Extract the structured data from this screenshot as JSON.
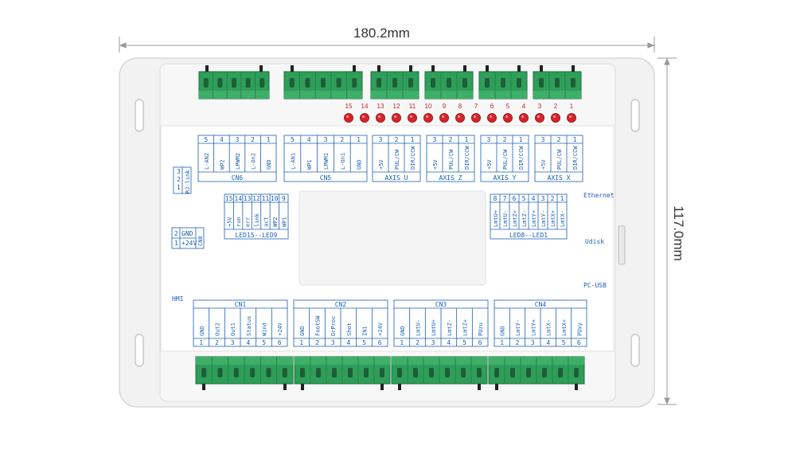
{
  "dimensions": {
    "width_label": "180.2mm",
    "height_label": "117.0mm"
  },
  "leds": {
    "numbers": [
      "15",
      "14",
      "13",
      "12",
      "11",
      "10",
      "9",
      "8",
      "7",
      "6",
      "5",
      "4",
      "3",
      "2",
      "1"
    ]
  },
  "blocks": {
    "cn6": {
      "title": "CN6",
      "pins": [
        "5",
        "4",
        "3",
        "2",
        "1"
      ],
      "signals": [
        "L-AN2",
        "WP2",
        "LPWM2",
        "L-On2",
        "GND"
      ]
    },
    "cn5": {
      "title": "CN5",
      "pins": [
        "5",
        "4",
        "3",
        "2",
        "1"
      ],
      "signals": [
        "L-AN1",
        "WP1",
        "LPWM1",
        "L-On1",
        "GND"
      ]
    },
    "axis_u": {
      "title": "AXIS U",
      "pins": [
        "3",
        "2",
        "1"
      ],
      "signals": [
        "+5V",
        "PUL/CW",
        "DIR/CCW"
      ]
    },
    "axis_z": {
      "title": "AXIS Z",
      "pins": [
        "3",
        "2",
        "1"
      ],
      "signals": [
        "+5V",
        "PUL/CW",
        "DIR/CCW"
      ]
    },
    "axis_y": {
      "title": "AXIS Y",
      "pins": [
        "3",
        "2",
        "1"
      ],
      "signals": [
        "+5V",
        "PUL/CW",
        "DIR/CCW"
      ]
    },
    "axis_x": {
      "title": "AXIS X",
      "pins": [
        "3",
        "2",
        "1"
      ],
      "signals": [
        "+5V",
        "PUL/CW",
        "DIR/CCW"
      ]
    },
    "led15_9": {
      "title": "LED15--LED9",
      "pins": [
        "15",
        "14",
        "13",
        "12",
        "11",
        "10",
        "9"
      ],
      "signals": [
        "+5V",
        "run",
        "err",
        "link",
        "act",
        "WP2",
        "WP1"
      ]
    },
    "led8_1": {
      "title": "LED8--LED1",
      "pins": [
        "8",
        "7",
        "6",
        "5",
        "4",
        "3",
        "2",
        "1"
      ],
      "signals": [
        "LmtU+",
        "LmtU-",
        "LmtZ+",
        "LmtZ-",
        "LmtY+",
        "LmtY-",
        "LmtX+",
        "LmtX-"
      ]
    },
    "cn1": {
      "title": "CN1",
      "pins": [
        "1",
        "2",
        "3",
        "4",
        "5",
        "6"
      ],
      "signals": [
        "GND",
        "Out2",
        "Out1",
        "Status",
        "Wind",
        "+24V"
      ]
    },
    "cn2": {
      "title": "CN2",
      "pins": [
        "1",
        "2",
        "3",
        "4",
        "5",
        "6"
      ],
      "signals": [
        "GND",
        "FootSW",
        "DrProc",
        "Shot",
        "IN1",
        "+24V"
      ]
    },
    "cn3": {
      "title": "CN3",
      "pins": [
        "1",
        "2",
        "3",
        "4",
        "5",
        "6"
      ],
      "signals": [
        "GND",
        "LmtU-",
        "LmtU+",
        "LmtZ-",
        "LmtZ+",
        "PUzu"
      ]
    },
    "cn4": {
      "title": "CN4",
      "pins": [
        "1",
        "2",
        "3",
        "4",
        "5",
        "6"
      ],
      "signals": [
        "GND",
        "LmtY-",
        "LmtY+",
        "LmtX-",
        "LmtX+",
        "PUxy"
      ]
    },
    "rj_link": {
      "pins": [
        "3",
        "2",
        "1"
      ],
      "label": "RJ-link"
    },
    "cn0": {
      "title": "CN0",
      "pins": [
        "2",
        "1"
      ],
      "signals": [
        "GND",
        "+24V"
      ]
    }
  },
  "ports": {
    "ethernet": "Ethernet",
    "udisk": "Udisk",
    "pc_usb": "PC-USB",
    "hmi": "HMI"
  },
  "colors": {
    "shell": "#f2f2f2",
    "panel": "#ffffff",
    "terminal": "#2e9e5a",
    "led": "#d9232a",
    "label": "#1a5fb4"
  }
}
